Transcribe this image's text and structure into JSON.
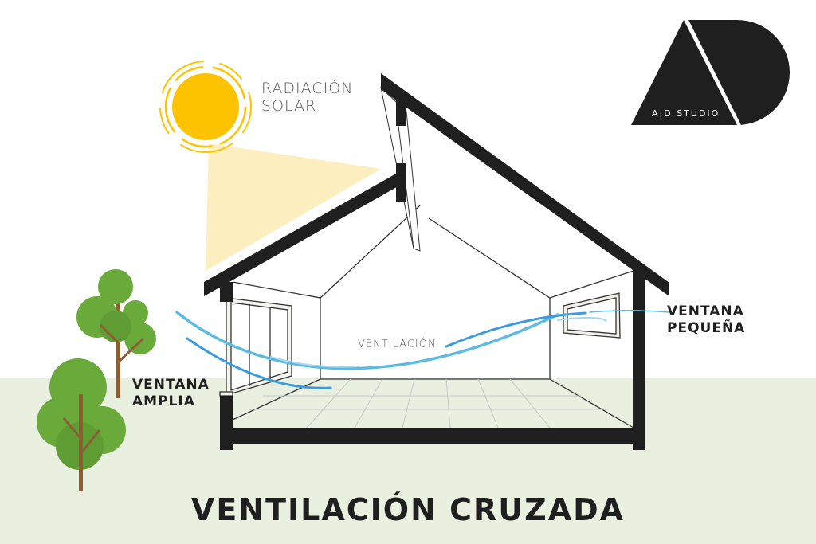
{
  "title": "VENTILACIÓN CRUZADA",
  "logo": {
    "text": "A|D STUDIO",
    "color": "#1f1f1f"
  },
  "labels": {
    "solar": [
      "RADIACIÓN",
      "SOLAR"
    ],
    "ventilation": "VENTILACIÓN",
    "small_window": [
      "VENTANA",
      "PEQUEÑA"
    ],
    "wide_window": [
      "VENTANA",
      "AMPLIA"
    ]
  },
  "colors": {
    "sun": "#fdc300",
    "sun_ray": "#fdeec0",
    "structure": "#1f1f1f",
    "airflow": "#4aa8e0",
    "ground": "#e9f0e0",
    "tree_green": "#6aaa3a",
    "tree_trunk": "#8b5e34"
  }
}
